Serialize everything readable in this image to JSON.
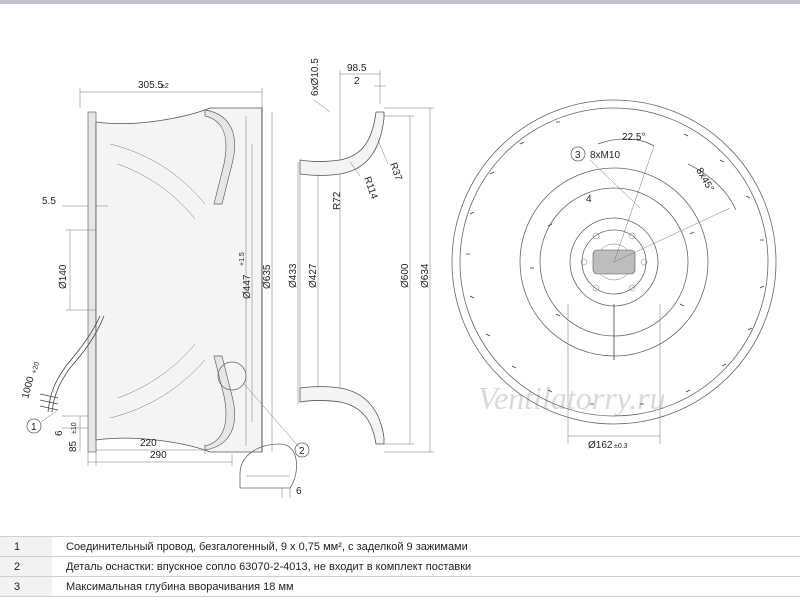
{
  "watermark": "Ventilatorry.ru",
  "dims": {
    "d305": "305.5",
    "d305_tol": "±2",
    "d98": "98.5",
    "d2": "2",
    "d6hole": "6xØ10.5",
    "d5_5": "5.5",
    "d140": "Ø140",
    "d447": "Ø447",
    "d447_tol": "+1.5",
    "d635": "Ø635",
    "d433": "Ø433",
    "d427": "Ø427",
    "d600": "Ø600",
    "d634": "Ø634",
    "r72": "R72",
    "r114": "R114",
    "r37": "R37",
    "d1000": "1000",
    "d1000_tol": "+20",
    "d6": "6",
    "d85": "85",
    "d85_tol": "±10",
    "d220": "220",
    "d290": "290",
    "d6b": "6",
    "a22": "22.5°",
    "a8x45": "8x45°",
    "m10": "8xM10",
    "d162": "Ø162",
    "d162_tol": "±0.3",
    "c4": "4"
  },
  "callouts": {
    "c1": "1",
    "c2": "2",
    "c3": "3"
  },
  "notes": [
    {
      "num": "1",
      "text": "Соединительный провод, безгалогенный, 9 х 0,75 мм², с заделкой 9 зажимами"
    },
    {
      "num": "2",
      "text": "Деталь оснастки: впускное сопло 63070-2-4013, не входит в комплект поставки"
    },
    {
      "num": "3",
      "text": "Максимальная глубина вворачивания 18 мм"
    }
  ]
}
